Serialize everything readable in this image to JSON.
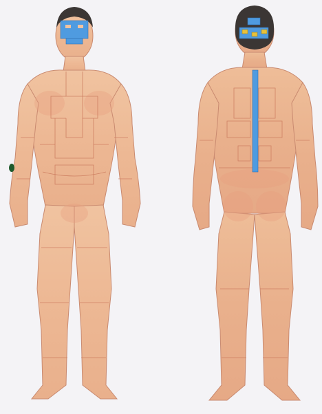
{
  "figure": {
    "views": [
      "front",
      "back"
    ],
    "colors": {
      "background": "#f4f3f6",
      "skin": "#efc09b",
      "skin_shadow": "#e39b7a",
      "region_outline": "#c9775a",
      "marker_blue": "#4f9be0",
      "marker_yellow": "#e8c13a",
      "marker_dark": "#1e5a2c"
    },
    "markers": [
      {
        "view": "front",
        "location": "face",
        "color": "blue"
      },
      {
        "view": "front",
        "location": "right forearm",
        "color": "dark green"
      },
      {
        "view": "back",
        "location": "head",
        "color": "blue and yellow"
      },
      {
        "view": "back",
        "location": "spine",
        "color": "blue"
      }
    ]
  }
}
